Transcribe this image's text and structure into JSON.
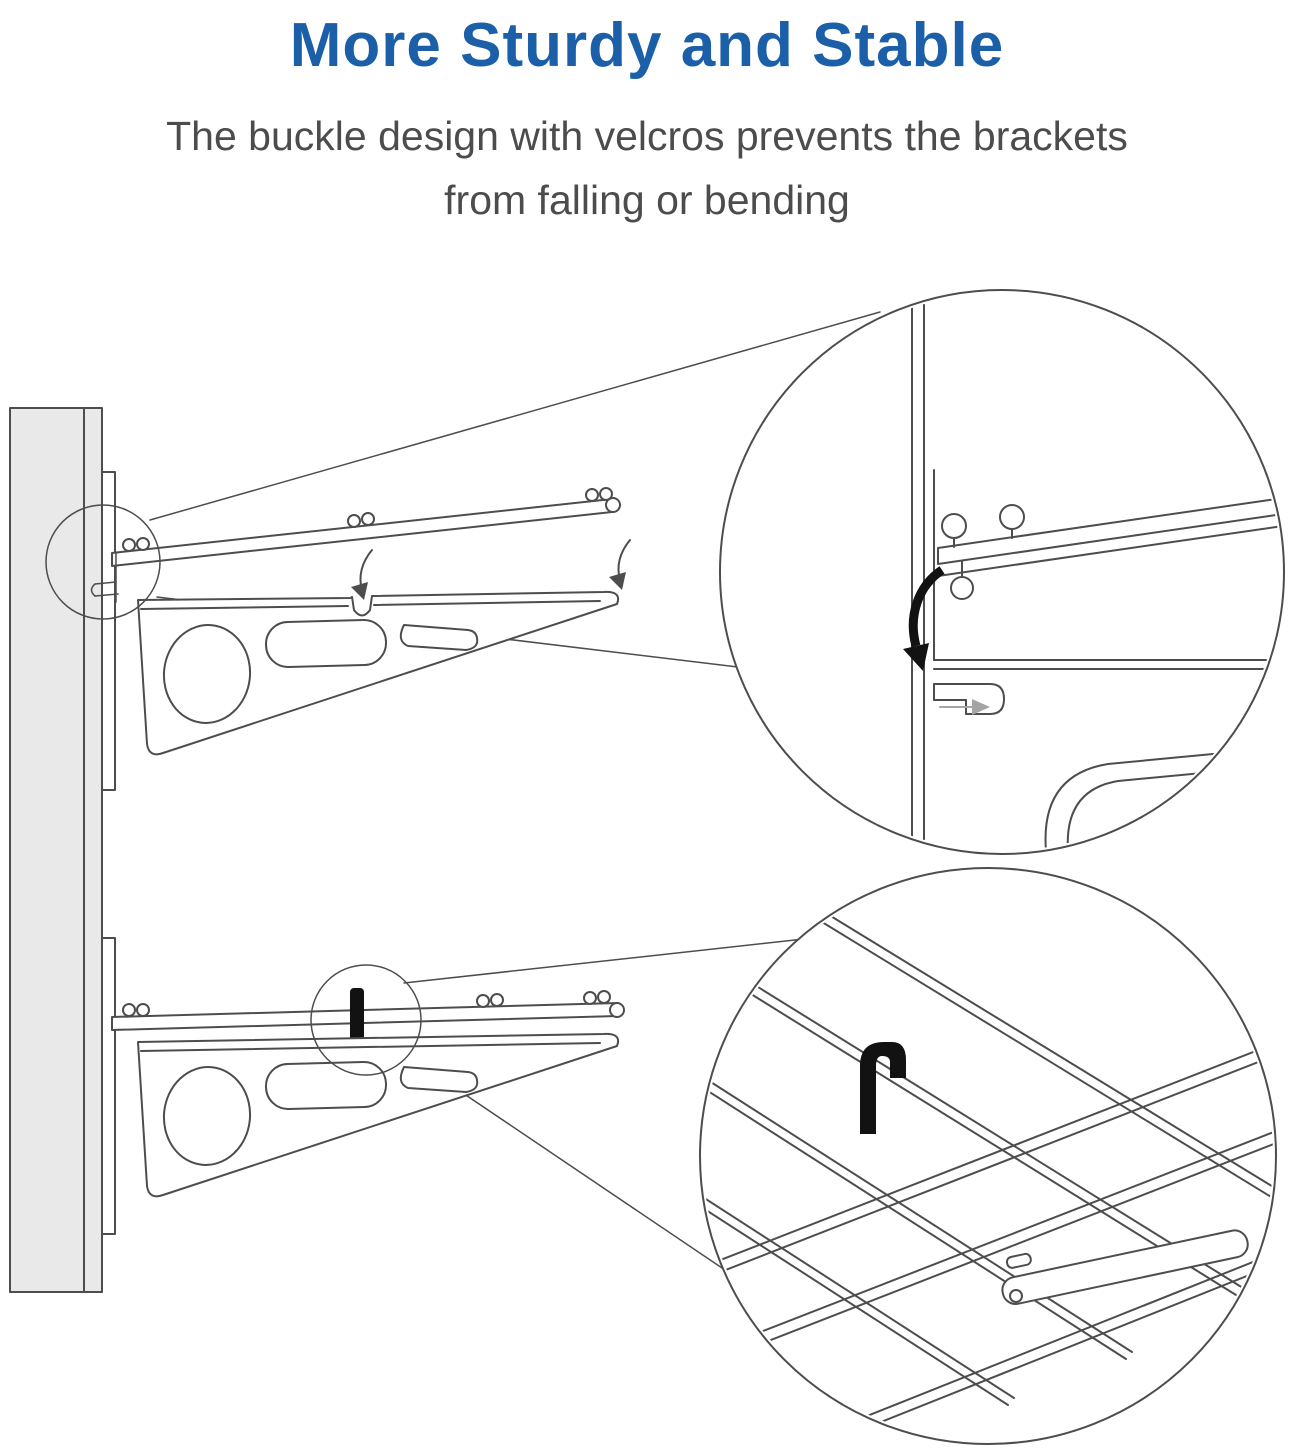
{
  "header": {
    "title": "More Sturdy and Stable",
    "subtitle_line1": "The buckle design with velcros prevents the brackets",
    "subtitle_line2": "from falling or bending"
  },
  "icons": {
    "press_down_arrow": "curved-down-arrow",
    "rotate_down_arrow": "thick-curved-down-arrow",
    "slide_in_arrow": "gray-right-arrow",
    "velcro_strap": "black-velcro-strap",
    "zoom_callouts": "magnified-detail-circles"
  },
  "colors": {
    "title-color": "#1a5fa8",
    "subtitle-color": "#4c4c4c",
    "line-color": "#4d4d4d",
    "light-line-color": "#a5a5a5",
    "wall-fill": "#e9e9e9",
    "strap-color": "#121212",
    "background": "#ffffff"
  }
}
